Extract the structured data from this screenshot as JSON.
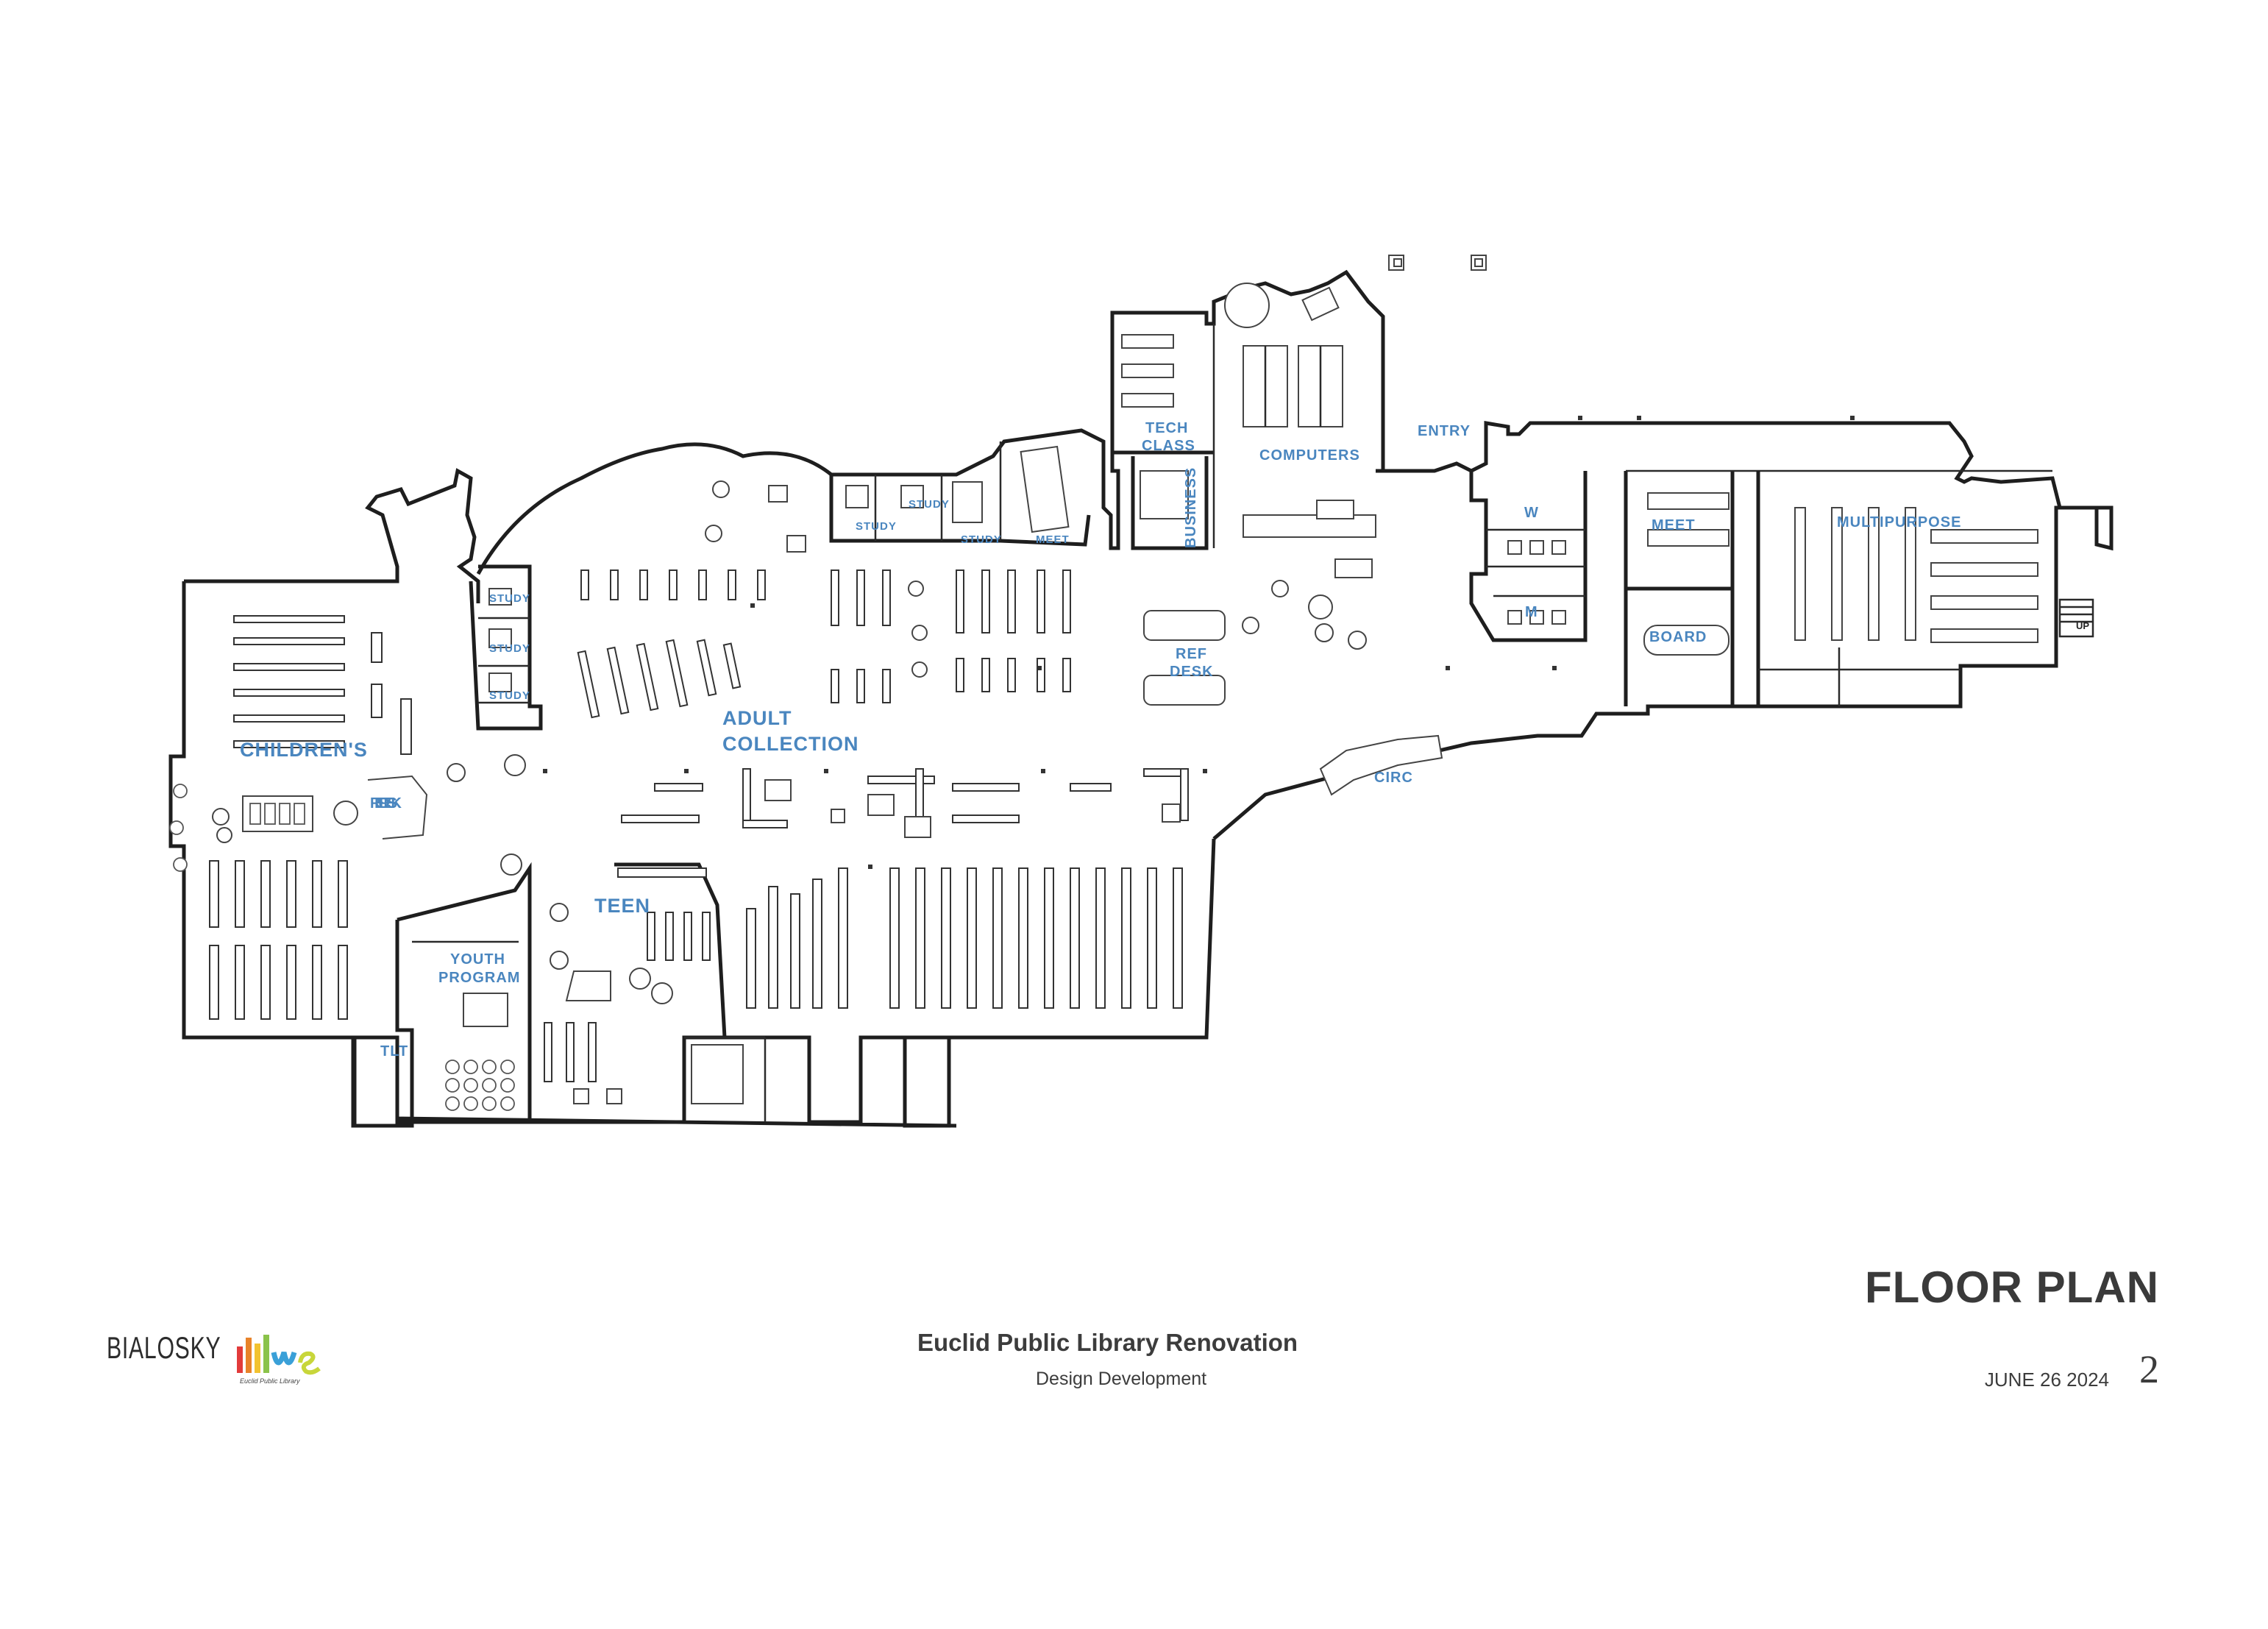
{
  "rooms": {
    "childrens": "CHILDREN'S",
    "childrens_ref_desk": "REF DESK",
    "adult_collection_1": "ADULT",
    "adult_collection_2": "COLLECTION",
    "teen": "TEEN",
    "youth_program_1": "YOUTH",
    "youth_program_2": "PROGRAM",
    "tlt": "TLT",
    "study_a": "STUDY",
    "study_b": "STUDY",
    "study_c": "STUDY",
    "study_d": "STUDY",
    "study_e": "STUDY",
    "study_f": "STUDY",
    "meet_small": "MEET",
    "tech_class_1": "TECH",
    "tech_class_2": "CLASS",
    "business": "BUSINESS",
    "computers": "COMPUTERS",
    "adult_ref_desk_1": "REF",
    "adult_ref_desk_2": "DESK",
    "circ": "CIRC",
    "entry": "ENTRY",
    "women": "W",
    "men": "M",
    "meet_large": "MEET",
    "board": "BOARD",
    "multipurpose": "MULTIPURPOSE",
    "up": "UP"
  },
  "title_block": {
    "sheet_title": "FLOOR PLAN",
    "project_title": "Euclid Public Library Renovation",
    "project_phase": "Design Development",
    "date": "JUNE 26 2024",
    "sheet_number": "2",
    "firm_logo_text": "BIALOSKY",
    "client_logo_text": "Euclid Public Library"
  },
  "colors": {
    "room_label": "#4a86bf",
    "walls": "#1e1e1e",
    "logo_bars": [
      "#e23b3b",
      "#e8832a",
      "#f2c230",
      "#8bc34a",
      "#3aa0d8",
      "#7a4fa3"
    ]
  }
}
